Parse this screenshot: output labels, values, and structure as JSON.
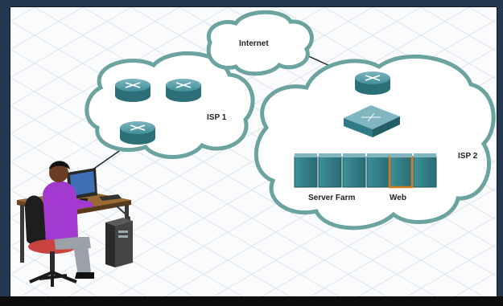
{
  "labels": {
    "internet": "Internet",
    "isp1": "ISP 1",
    "isp2": "ISP 2",
    "server_farm": "Server Farm",
    "web": "Web"
  },
  "colors": {
    "cloud_stroke": "#6aa3a0",
    "device": "#2f7b86",
    "web_highlight": "#d47a1c",
    "person_shirt": "#a23ad0"
  }
}
